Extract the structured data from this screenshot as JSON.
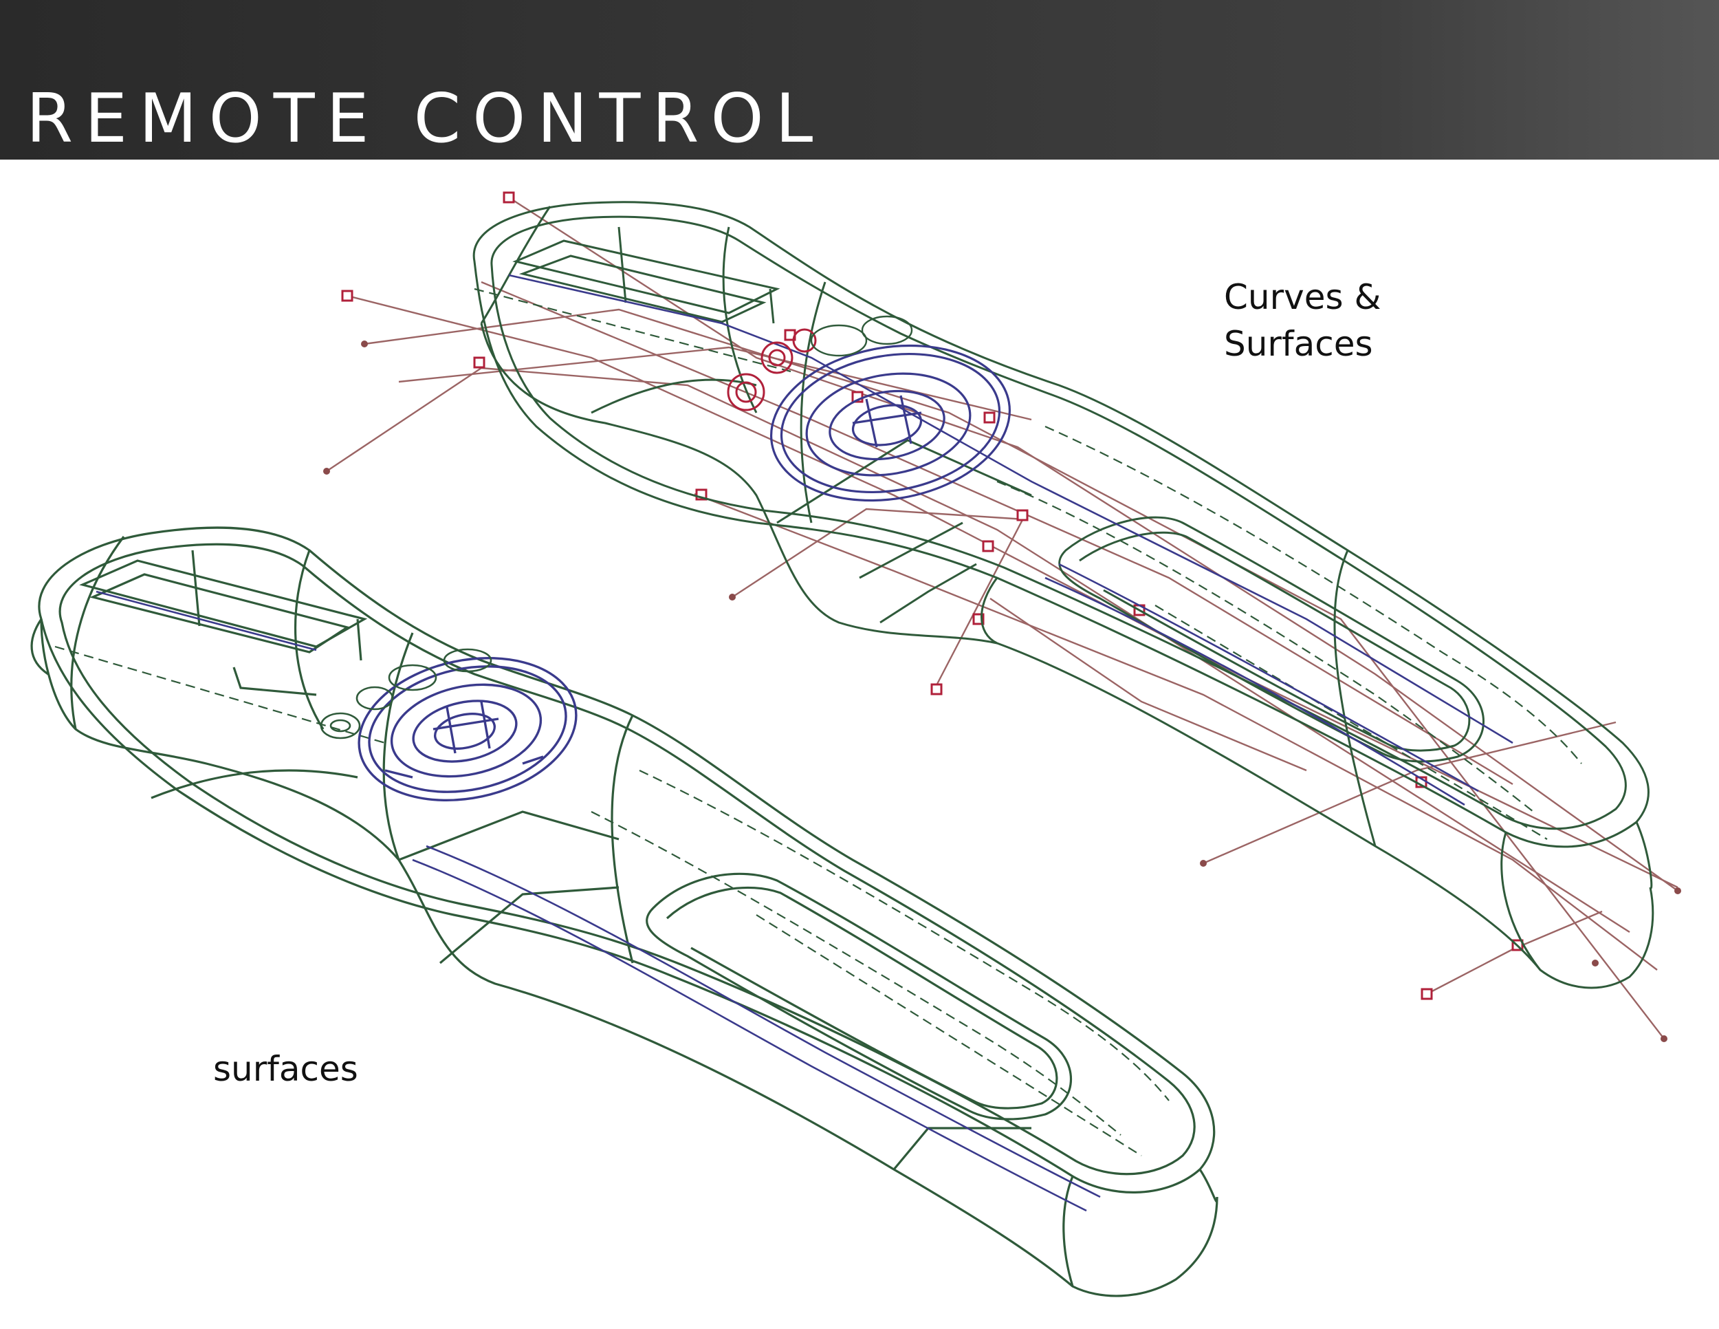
{
  "header": {
    "title": "REMOTE CONTROL"
  },
  "views": {
    "upper_label_line1": "Curves &",
    "upper_label_line2": "Surfaces",
    "lower_label": "surfaces"
  },
  "colors": {
    "header_background": "#353535",
    "header_text": "#ffffff",
    "surface_wireframe": "#2f5a3a",
    "trim_curves": "#3a3a8c",
    "cv_hulls": "#8a4a4a",
    "cv_markers": "#b0203a"
  }
}
